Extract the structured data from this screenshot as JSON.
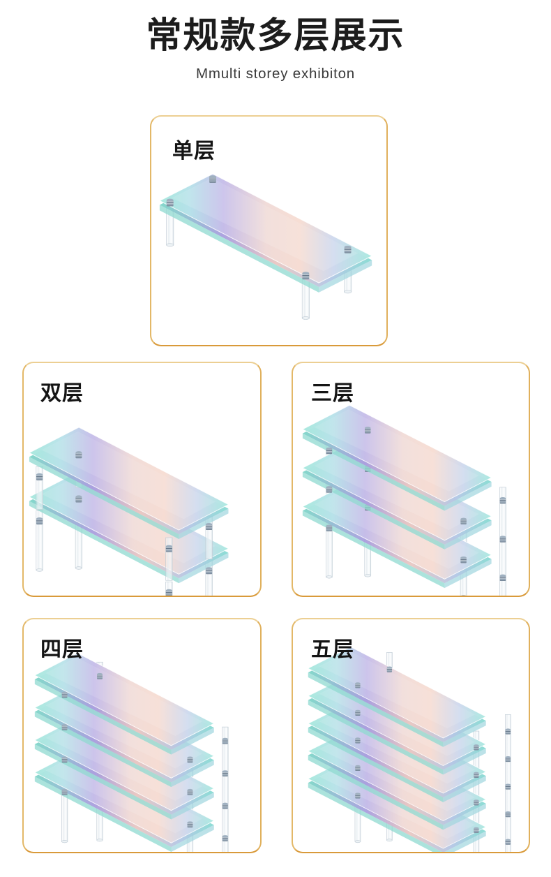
{
  "header": {
    "title": "常规款多层展示",
    "subtitle": "Mmulti storey exhibiton"
  },
  "theme": {
    "background": "#ffffff",
    "card_border": "#d99a3a",
    "card_border_light": "#eccf93",
    "title_color": "#1c1c1c",
    "subtitle_color": "#3a3a3a",
    "shelf_mint": "#a9e9de",
    "shelf_cyan": "#bfe9ef",
    "shelf_lavender": "#c6bbe9",
    "shelf_peach": "#f7dcd2",
    "shelf_pink": "#f2cfd8",
    "post_glass": "#e9edf1",
    "post_cap": "#7c8ca0"
  },
  "cards": [
    {
      "id": "card-1",
      "label": "单层",
      "tiers": 1
    },
    {
      "id": "card-2",
      "label": "双层",
      "tiers": 2
    },
    {
      "id": "card-3",
      "label": "三层",
      "tiers": 3
    },
    {
      "id": "card-4",
      "label": "四层",
      "tiers": 4
    },
    {
      "id": "card-5",
      "label": "五层",
      "tiers": 5
    }
  ]
}
